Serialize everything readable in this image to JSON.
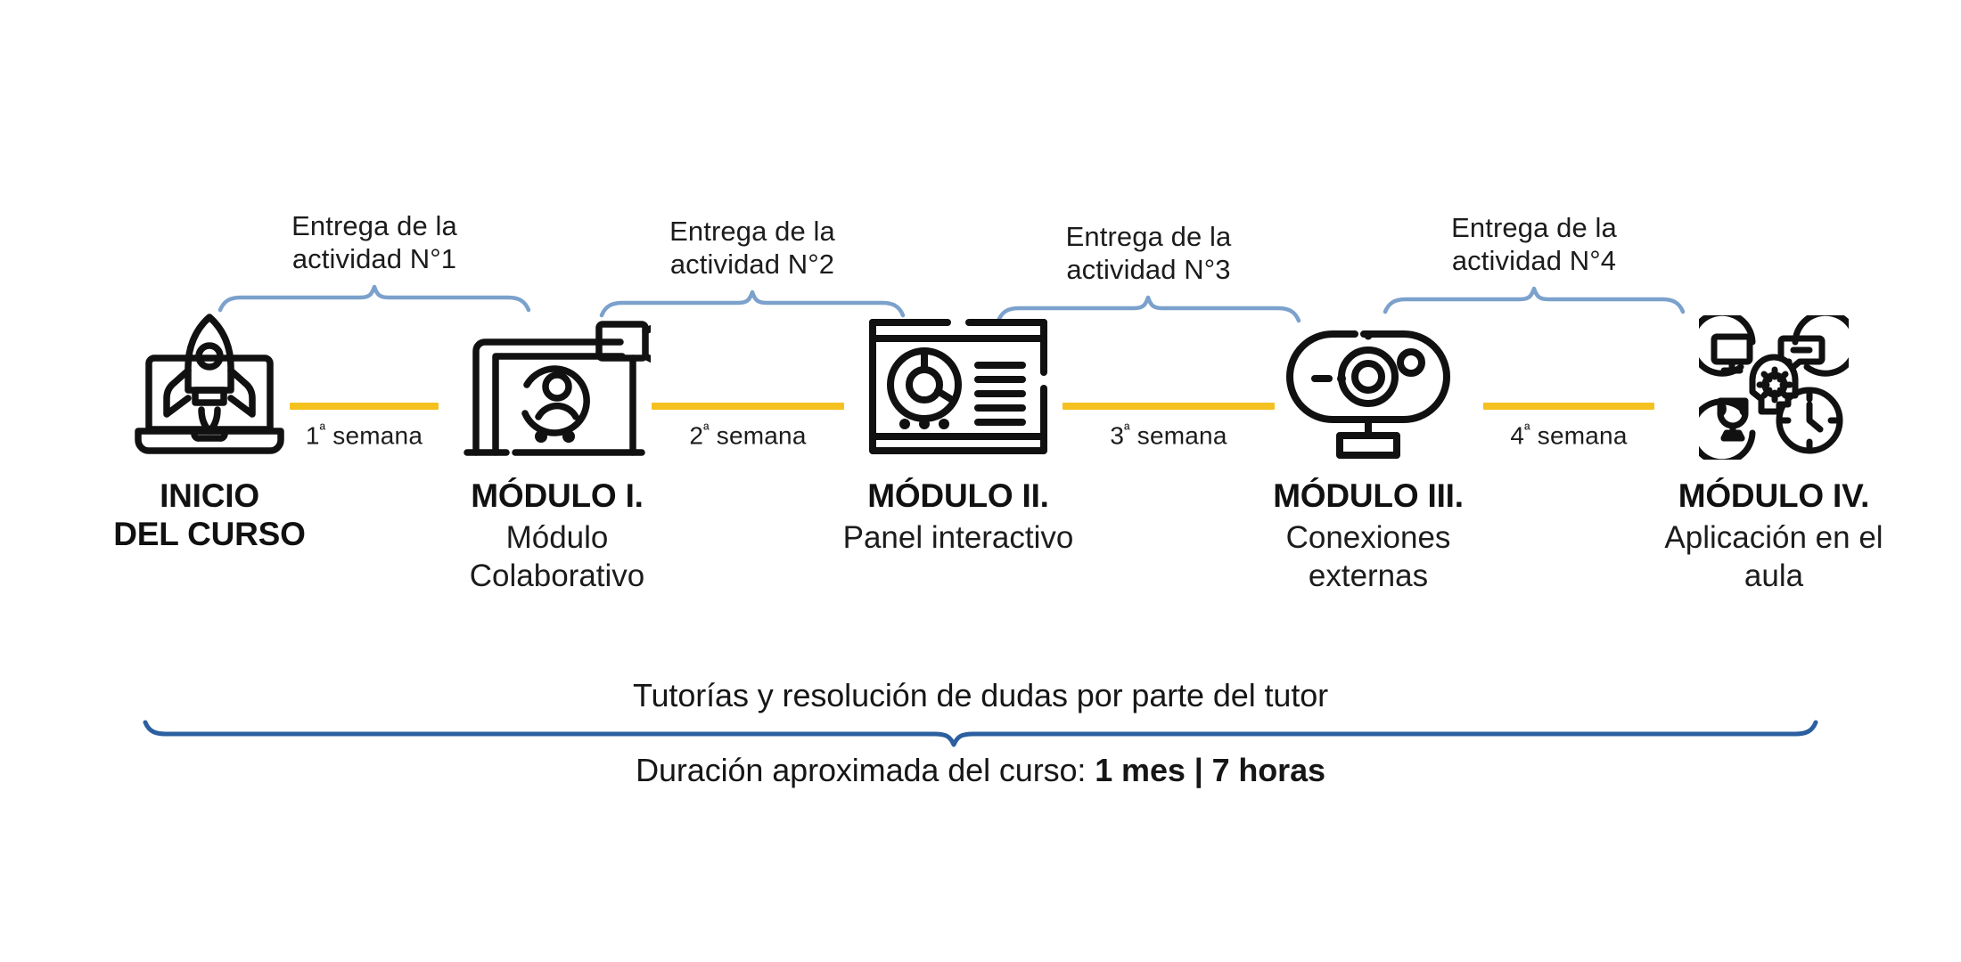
{
  "colors": {
    "brace_light_blue": "#7BA1CC",
    "brace_dark_blue": "#2B5FA0",
    "week_yellow": "#F5C11F",
    "icon_black": "#111111",
    "background": "#FFFFFF"
  },
  "activities": [
    {
      "line1": "Entrega de la",
      "line2": "actividad N°1",
      "caption": "Entrega de la\nactividad N°1"
    },
    {
      "line1": "Entrega de la",
      "line2": "actividad N°2",
      "caption": "Entrega de la\nactividad N°2"
    },
    {
      "line1": "Entrega de la",
      "line2": "actividad N°3",
      "caption": "Entrega de la\nactividad N°3"
    },
    {
      "line1": "Entrega de la",
      "line2": "actividad N°4",
      "caption": "Entrega de la\nactividad N°4"
    }
  ],
  "weeks": [
    {
      "ordinal": "1",
      "suffix": "ª",
      "label": "1ª semana",
      "rest": " semana"
    },
    {
      "ordinal": "2",
      "suffix": "ª",
      "label": "2ª semana",
      "rest": " semana"
    },
    {
      "ordinal": "3",
      "suffix": "ª",
      "label": "3ª semana",
      "rest": " semana"
    },
    {
      "ordinal": "4",
      "suffix": "ª",
      "label": "4ª semana",
      "rest": " semana"
    }
  ],
  "stages": [
    {
      "icon": "laptop-rocket-icon",
      "title": "INICIO\nDEL CURSO",
      "subtitle": ""
    },
    {
      "icon": "projector-screen-person-icon",
      "title": "MÓDULO I.",
      "subtitle": "Módulo\nColaborativo"
    },
    {
      "icon": "dashboard-chart-icon",
      "title": "MÓDULO II.",
      "subtitle": "Panel interactivo"
    },
    {
      "icon": "webcam-icon",
      "title": "MÓDULO III.",
      "subtitle": "Conexiones\nexternas"
    },
    {
      "icon": "skills-circles-icon",
      "title": "MÓDULO IV.",
      "subtitle": "Aplicación en el\naula"
    }
  ],
  "footer": {
    "tutoring_text": "Tutorías y resolución de dudas por parte del tutor",
    "duration_prefix": "Duración aproximada del curso: ",
    "duration_value": "1 mes | 7 horas"
  }
}
